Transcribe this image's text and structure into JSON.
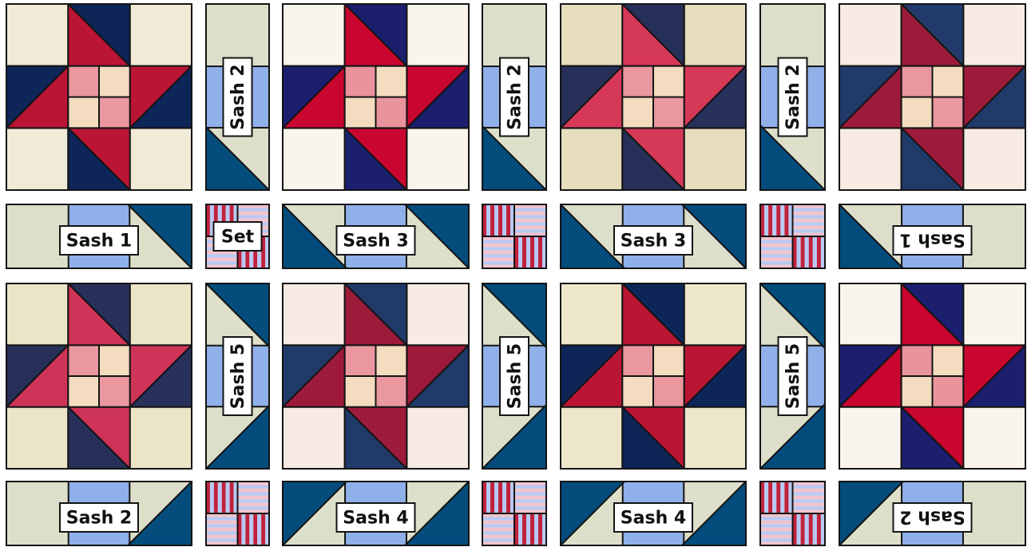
{
  "colors": {
    "background": "#ffffff",
    "outline": "#141414",
    "sashing_light": "#8fb0e8",
    "sashing_dark": "#034c7c",
    "stripe_red": "#c0223c",
    "stripe_pink": "#f3c3cc",
    "stripe_blue": "#b9c9f2",
    "label_bg": "#ffffff",
    "label_text": "#111111"
  },
  "palettes": [
    {
      "bg": "#f1ead6",
      "red": "#bb1535",
      "navy": "#0d2557",
      "pink": "#ea979f",
      "cream": "#f3dcbf",
      "sash_bg": "#dedfcb"
    },
    {
      "bg": "#faf5ec",
      "red": "#c8062f",
      "navy": "#1b1f6e",
      "pink": "#e9939c",
      "cream": "#f3dcbf",
      "sash_bg": "#dedfcb"
    },
    {
      "bg": "#e6ddbd",
      "red": "#d63858",
      "navy": "#273058",
      "pink": "#ea979f",
      "cream": "#f3dcbf",
      "sash_bg": "#dedfcb"
    },
    {
      "bg": "#f7ebe3",
      "red": "#9e1a3a",
      "navy": "#203a6a",
      "pink": "#ea979f",
      "cream": "#f3dcbf",
      "sash_bg": "#dedfcb"
    },
    {
      "bg": "#ece4c6",
      "red": "#cd3458",
      "navy": "#273058",
      "pink": "#ea979f",
      "cream": "#f3dcbf",
      "sash_bg": "#dedfcb"
    },
    {
      "bg": "#f7ebe3",
      "red": "#9e1a3a",
      "navy": "#203a6a",
      "pink": "#ea979f",
      "cream": "#f3dcbf",
      "sash_bg": "#dedfcb"
    },
    {
      "bg": "#eee6cb",
      "red": "#bb1535",
      "navy": "#0d2557",
      "pink": "#ea979f",
      "cream": "#f3dcbf",
      "sash_bg": "#dedfcb"
    },
    {
      "bg": "#faf5ec",
      "red": "#c8062f",
      "navy": "#1b1f6e",
      "pink": "#e9939c",
      "cream": "#f3dcbf",
      "sash_bg": "#dedfcb"
    }
  ],
  "star_blocks": [
    {
      "name": "star-block-r1c1",
      "palette": 0
    },
    {
      "name": "star-block-r1c3",
      "palette": 1
    },
    {
      "name": "star-block-r1c5",
      "palette": 2
    },
    {
      "name": "star-block-r1c7",
      "palette": 3
    },
    {
      "name": "star-block-r3c1",
      "palette": 4
    },
    {
      "name": "star-block-r3c3",
      "palette": 5
    },
    {
      "name": "star-block-r3c5",
      "palette": 6
    },
    {
      "name": "star-block-r3c7",
      "palette": 7
    }
  ],
  "vertical_sashes": [
    {
      "name": "vertical-sash-r1c2",
      "label": "Sash 2",
      "variant": "bottom-corner"
    },
    {
      "name": "vertical-sash-r1c4",
      "label": "Sash 2",
      "variant": "bottom-corner"
    },
    {
      "name": "vertical-sash-r1c6",
      "label": "Sash 2",
      "variant": "bottom-corner"
    },
    {
      "name": "vertical-sash-r3c2",
      "label": "Sash 5",
      "variant": "two-corners"
    },
    {
      "name": "vertical-sash-r3c4",
      "label": "Sash 5",
      "variant": "two-corners"
    },
    {
      "name": "vertical-sash-r3c6",
      "label": "Sash 5",
      "variant": "two-corners"
    }
  ],
  "horizontal_sashes": [
    {
      "name": "horizontal-sash-r2c1",
      "label": "Sash 1",
      "variant": "right-corner",
      "upside_down": false
    },
    {
      "name": "horizontal-sash-r2c3",
      "label": "Sash 3",
      "variant": "two-corners-r2",
      "upside_down": false
    },
    {
      "name": "horizontal-sash-r2c5",
      "label": "Sash 3",
      "variant": "two-corners-r2",
      "upside_down": false
    },
    {
      "name": "horizontal-sash-r2c7",
      "label": "Sash 1",
      "variant": "left-corner",
      "upside_down": true
    },
    {
      "name": "horizontal-sash-r4c1",
      "label": "Sash 2",
      "variant": "right-corner-r4",
      "upside_down": false
    },
    {
      "name": "horizontal-sash-r4c3",
      "label": "Sash 4",
      "variant": "two-corners-r4",
      "upside_down": false
    },
    {
      "name": "horizontal-sash-r4c5",
      "label": "Sash 4",
      "variant": "two-corners-r4",
      "upside_down": false
    },
    {
      "name": "horizontal-sash-r4c7",
      "label": "Sash 2",
      "variant": "left-corner-r4",
      "upside_down": true
    }
  ],
  "cornerstones": [
    {
      "name": "cornerstone-r2c2",
      "label": "Set"
    },
    {
      "name": "cornerstone-r2c4",
      "label": ""
    },
    {
      "name": "cornerstone-r2c6",
      "label": ""
    },
    {
      "name": "cornerstone-r4c2",
      "label": ""
    },
    {
      "name": "cornerstone-r4c4",
      "label": ""
    },
    {
      "name": "cornerstone-r4c6",
      "label": ""
    }
  ]
}
